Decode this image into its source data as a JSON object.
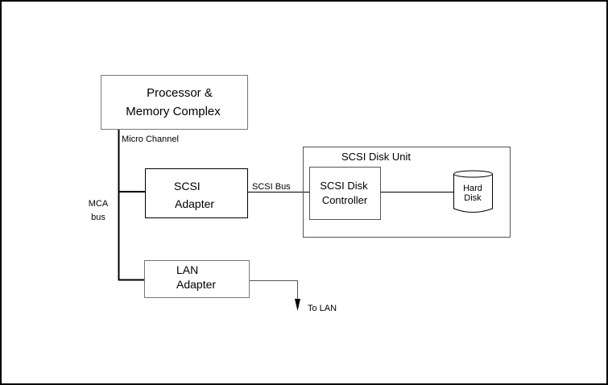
{
  "diagram": {
    "nodes": {
      "processor": {
        "line1": "Processor  &",
        "line2": "Memory Complex"
      },
      "scsi_adapter": {
        "line1": "SCSI",
        "line2": "Adapter"
      },
      "lan_adapter": {
        "line1": "LAN",
        "line2": "Adapter"
      },
      "scsi_disk_unit": {
        "title": "SCSI Disk Unit"
      },
      "scsi_disk_controller": {
        "line1": "SCSI Disk",
        "line2": "Controller"
      },
      "hard_disk": {
        "line1": "Hard",
        "line2": "Disk"
      }
    },
    "labels": {
      "micro_channel": "Micro Channel",
      "mca_bus_line1": "MCA",
      "mca_bus_line2": "bus",
      "scsi_bus": "SCSI Bus",
      "to_lan": "To LAN"
    },
    "edges": [
      {
        "from": "processor",
        "to": "mca-bus",
        "label": "Micro Channel"
      },
      {
        "from": "mca-bus",
        "to": "scsi_adapter"
      },
      {
        "from": "mca-bus",
        "to": "lan_adapter"
      },
      {
        "from": "scsi_adapter",
        "to": "scsi_disk_controller",
        "label": "SCSI Bus"
      },
      {
        "from": "scsi_disk_controller",
        "to": "hard_disk"
      },
      {
        "from": "lan_adapter",
        "to": "lan",
        "label": "To LAN"
      }
    ]
  }
}
